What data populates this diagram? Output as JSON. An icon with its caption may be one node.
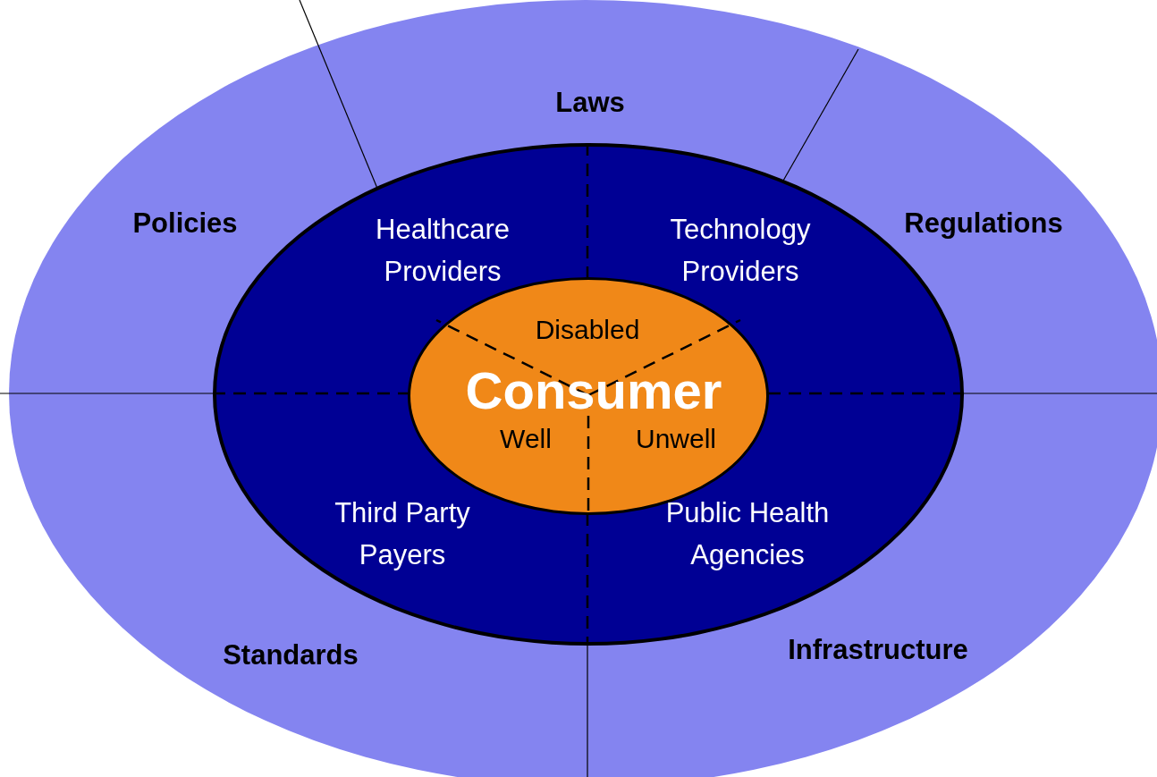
{
  "diagram": {
    "nodes": [
      {
        "text": [
          "Laws",
          "Policies",
          "Regulations",
          "Standards",
          "Infrastructure"
        ]
      },
      {
        "text": [
          "Healthcare Providers",
          "Technology Providers",
          "Third Party Payers",
          "Public Health Agencies"
        ],
        "in": 0
      },
      {
        "text": [
          "Disabled",
          "Consumer",
          "Well",
          "Unwell"
        ],
        "in": 1
      }
    ]
  }
}
